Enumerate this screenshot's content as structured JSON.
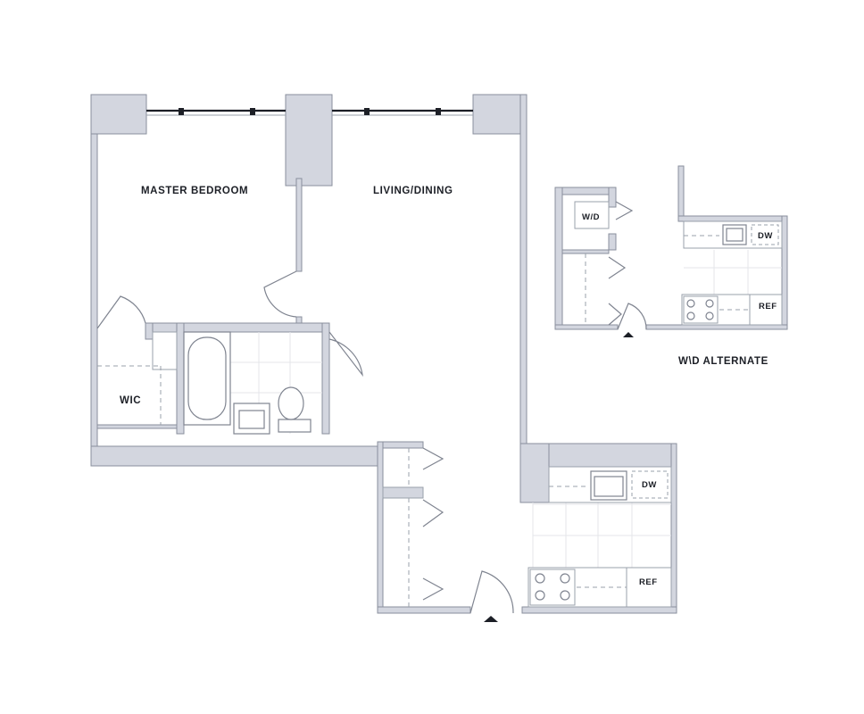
{
  "rooms": {
    "master_bedroom": "MASTER BEDROOM",
    "living_dining": "LIVING/DINING",
    "wic": "WIC"
  },
  "appliances": {
    "dishwasher": "DW",
    "refrigerator": "REF",
    "washer_dryer": "W/D"
  },
  "alternate_label": "W\\D ALTERNATE",
  "colors": {
    "wall_fill": "#d3d6df",
    "line": "#7f8490",
    "text": "#1c1f26"
  }
}
